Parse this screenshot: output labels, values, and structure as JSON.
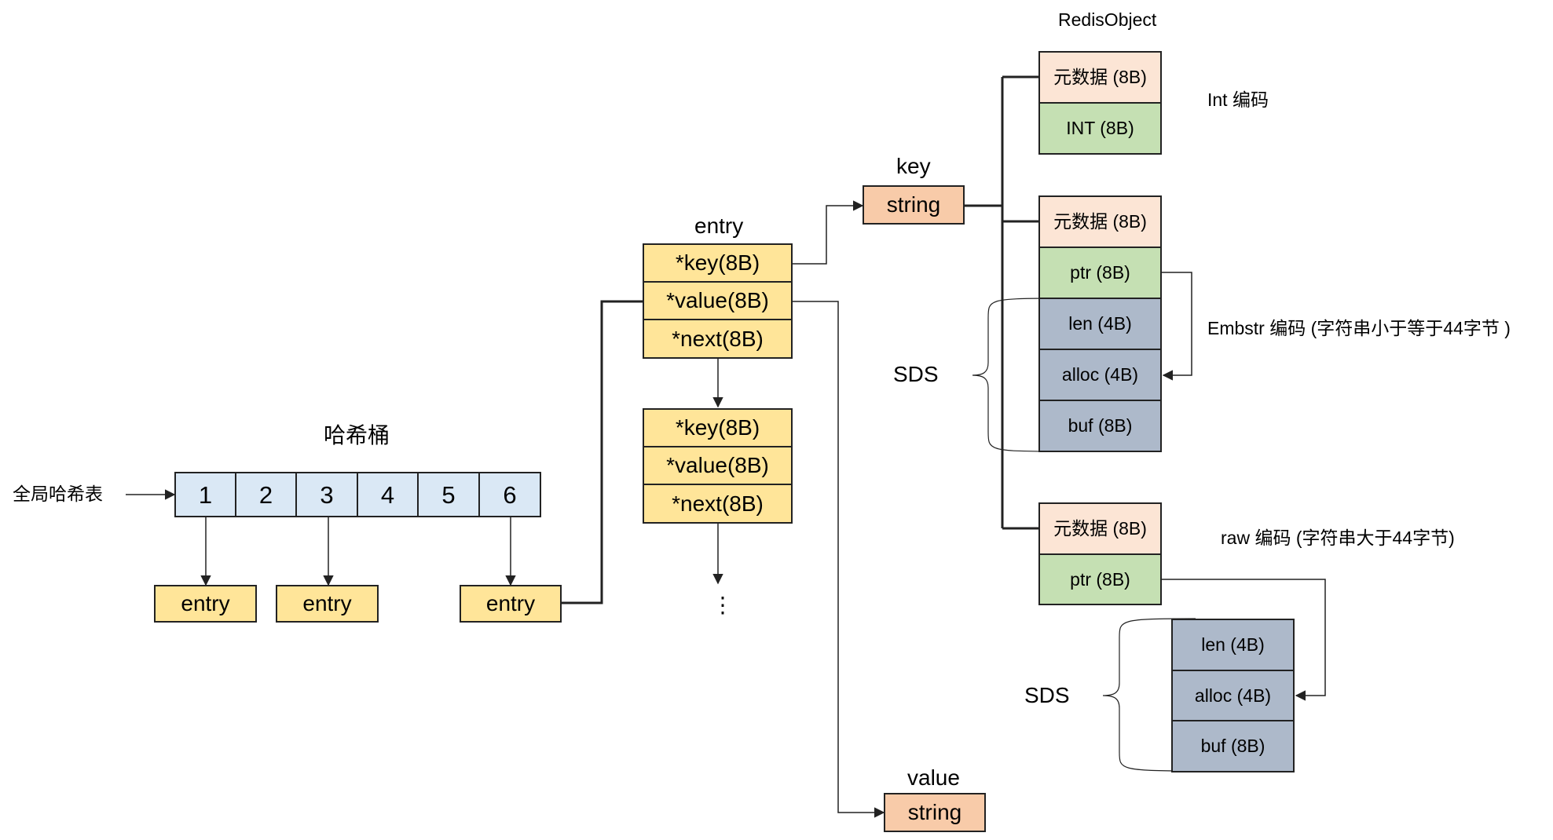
{
  "hash_bucket": {
    "title": "哈希桶",
    "global_label": "全局哈希表",
    "cells": [
      "1",
      "2",
      "3",
      "4",
      "5",
      "6"
    ],
    "entries": [
      "entry",
      "entry",
      "entry"
    ]
  },
  "entry_struct": {
    "title": "entry",
    "fields": [
      "*key(8B)",
      "*value(8B)",
      "*next(8B)"
    ],
    "next_fields": [
      "*key(8B)",
      "*value(8B)",
      "*next(8B)"
    ],
    "ellipsis": "⋮"
  },
  "key_node": {
    "label": "key",
    "type": "string"
  },
  "value_node": {
    "label": "value",
    "type": "string"
  },
  "redis_object": {
    "title": "RedisObject",
    "int_encoding": {
      "label": "Int 编码",
      "fields": [
        "元数据 (8B)",
        "INT (8B)"
      ]
    },
    "embstr_encoding": {
      "label": "Embstr 编码 (字符串小于等于44字节 )",
      "fields": [
        "元数据 (8B)",
        "ptr (8B)",
        "len (4B)",
        "alloc (4B)",
        "buf (8B)"
      ],
      "sds_label": "SDS"
    },
    "raw_encoding": {
      "label": "raw 编码 (字符串大于44字节)",
      "fields": [
        "元数据 (8B)",
        "ptr (8B)"
      ],
      "sds_fields": [
        "len (4B)",
        "alloc (4B)",
        "buf (8B)"
      ],
      "sds_label": "SDS"
    }
  },
  "colors": {
    "entry_fill": "#ffe599",
    "bucket_fill": "#dae8f5",
    "string_fill": "#f8cba9",
    "meta_fill": "#fce5d5",
    "data_fill": "#c5e0b3",
    "sds_fill": "#adb9ca",
    "stroke": "#222222"
  }
}
